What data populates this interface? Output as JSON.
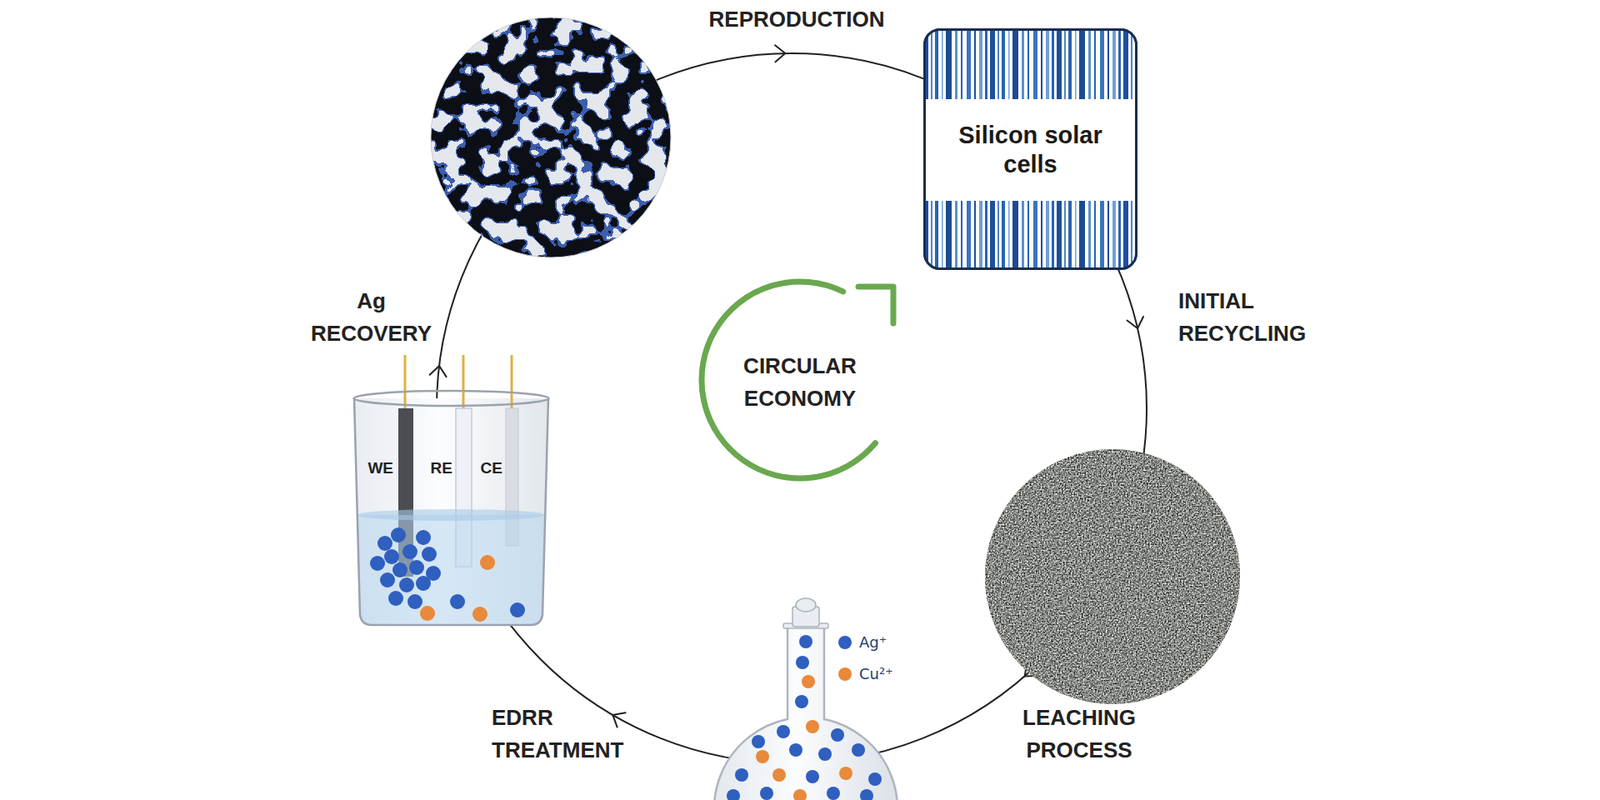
{
  "diagram": {
    "nodes": [
      {
        "text": [
          "Silicon solar cells"
        ]
      }
    ],
    "labels": [
      "REPRODUCTION",
      "INITIAL RECYCLING",
      "LEACHING PROCESS",
      "EDRR TREATMENT",
      "Ag RECOVERY",
      "CIRCULAR ECONOMY",
      "WE",
      "RE",
      "CE"
    ],
    "legend": [
      {
        "text": "Ag⁺",
        "color": "#2f5fbf"
      },
      {
        "text": "Cu²⁺",
        "color": "#e9893a"
      }
    ]
  }
}
